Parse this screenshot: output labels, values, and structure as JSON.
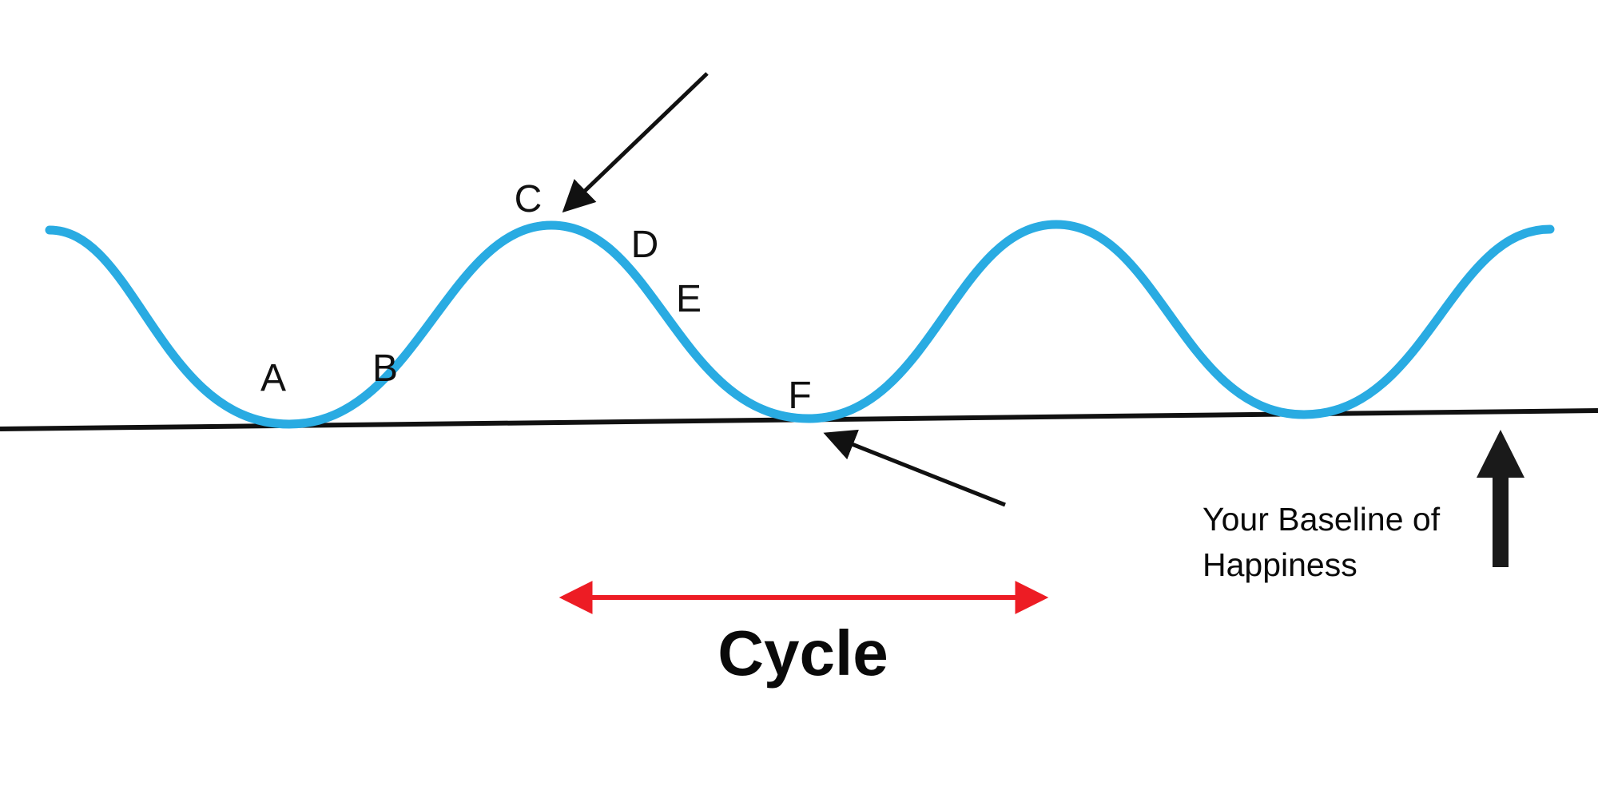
{
  "diagram": {
    "point_labels": [
      "A",
      "B",
      "C",
      "D",
      "E",
      "F"
    ],
    "cycle_label": "Cycle",
    "baseline_label_lines": [
      "Your Baseline of",
      "Happiness"
    ],
    "colors": {
      "wave": "#29ABE2",
      "baseline_line": "#111111",
      "cycle_arrow": "#ED1C24",
      "text": "#0A0A0A"
    }
  }
}
